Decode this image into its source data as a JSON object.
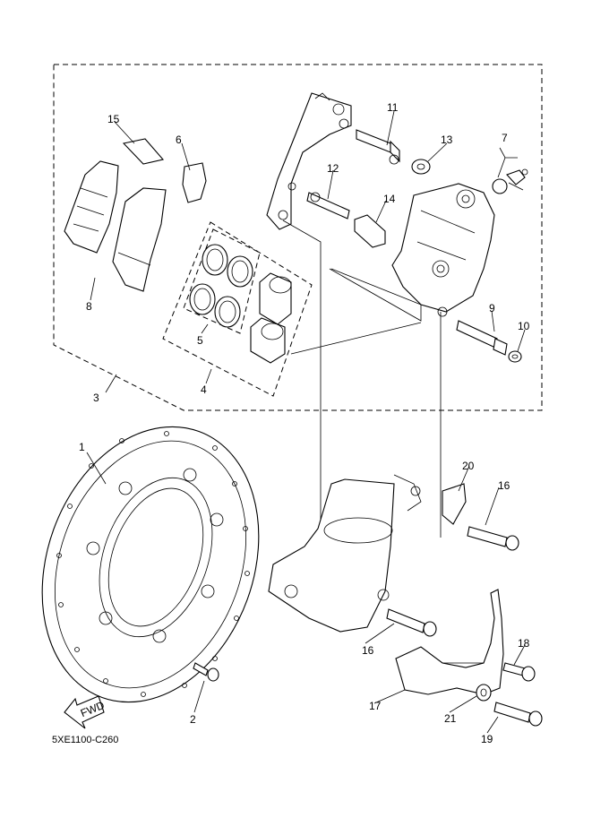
{
  "diagram_code": "5XE1100-C260",
  "fwd_label": "FWD",
  "callouts": {
    "c1": "1",
    "c2": "2",
    "c3": "3",
    "c4": "4",
    "c5": "5",
    "c6": "6",
    "c7": "7",
    "c8": "8",
    "c9": "9",
    "c10": "10",
    "c11": "11",
    "c12": "12",
    "c13": "13",
    "c14": "14",
    "c15": "15",
    "c16a": "16",
    "c16b": "16",
    "c17": "17",
    "c18": "18",
    "c19": "19",
    "c20": "20",
    "c21": "21"
  }
}
